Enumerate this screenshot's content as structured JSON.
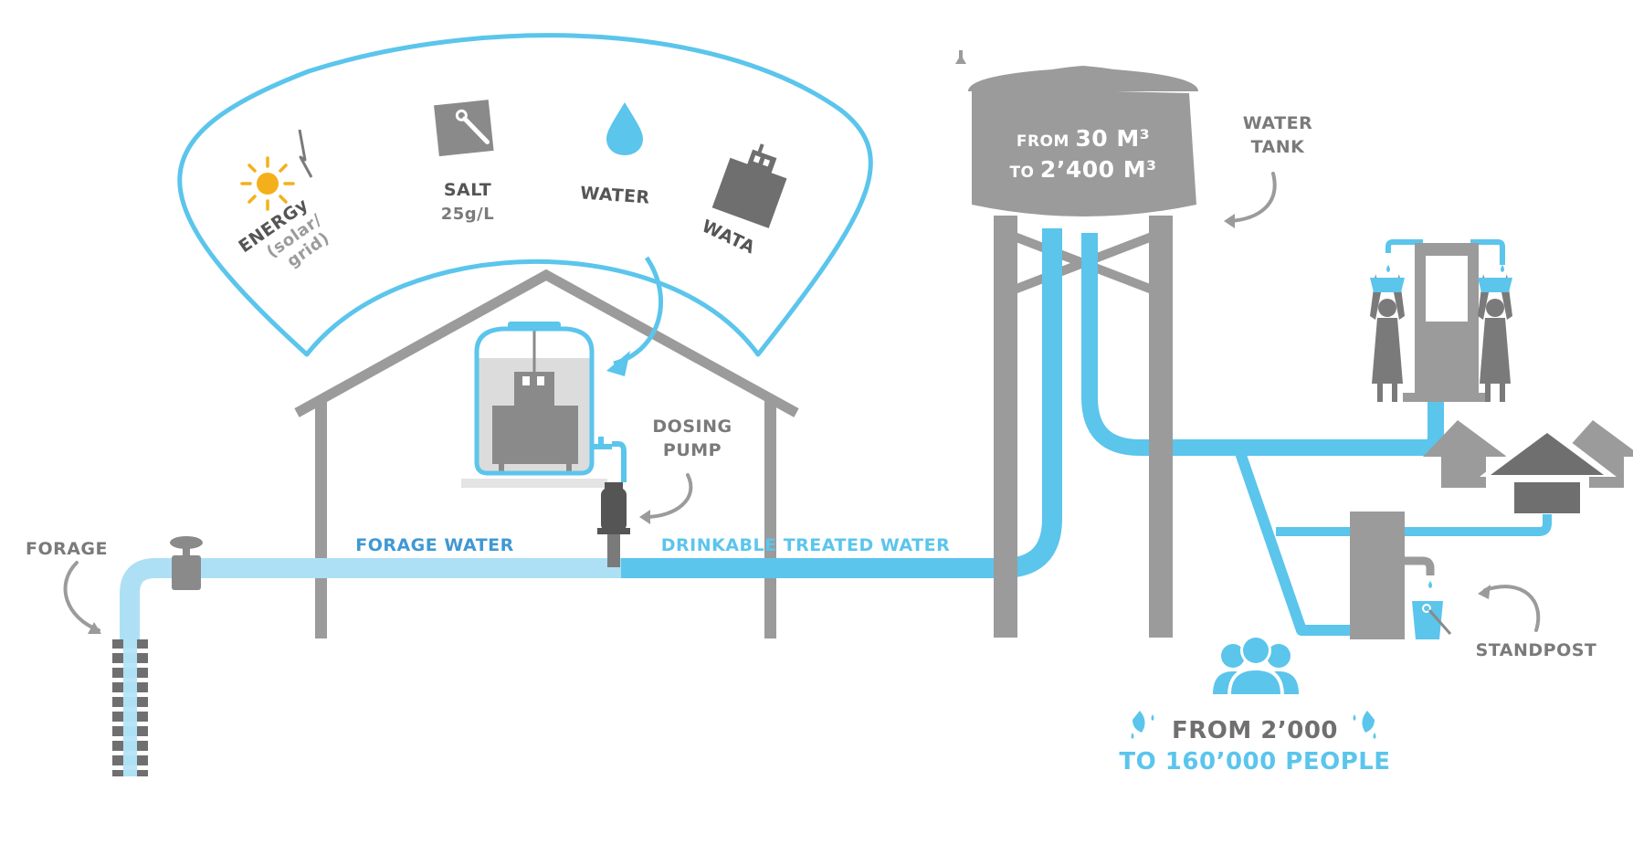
{
  "colors": {
    "gray": "#9b9b9b",
    "dark_gray": "#6f6f70",
    "light_blue": "#aee0f5",
    "blue": "#5bc5ec",
    "dark_blue": "#3f98d4",
    "sun": "#f4b01b",
    "shelf": "#e4e4e4"
  },
  "icons": [
    "sun-icon",
    "lightning-icon",
    "salt-bag-icon",
    "water-drop-icon",
    "wata-device-icon"
  ],
  "inputs": {
    "energy": {
      "title": "ENERGy",
      "line2": "(solar/",
      "line3": "grid)"
    },
    "salt": {
      "title": "SALT",
      "amount": "25g/L"
    },
    "water": {
      "title": "WATER"
    },
    "wata": {
      "title": "WATA"
    }
  },
  "labels": {
    "forage": "FORAGE",
    "forage_water": "FORAGE WATER",
    "dosing_pump_1": "DOSING",
    "dosing_pump_2": "PUMP",
    "drinkable": "DRINKABLE TREATED WATER",
    "water_tank_1": "WATER",
    "water_tank_2": "TANK",
    "standpost": "STANDPOST"
  },
  "tank": {
    "line1_prefix": "FROM ",
    "line1_value": "30 M³",
    "line2_prefix": "TO ",
    "line2_value": "2’400 M³"
  },
  "people": {
    "line1": "FROM 2’000",
    "line2": "TO 160’000 PEOPLE"
  }
}
